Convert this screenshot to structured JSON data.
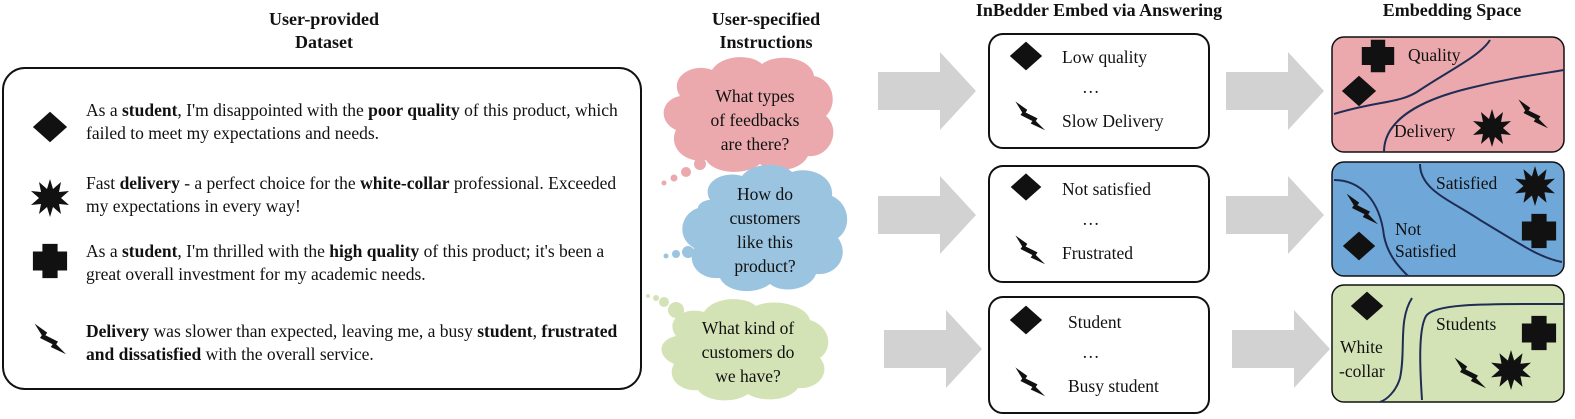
{
  "headers": {
    "dataset": "User-provided Dataset",
    "dataset_l1": "User-provided",
    "dataset_l2": "Dataset",
    "instructions_l1": "User-specified",
    "instructions_l2": "Instructions",
    "inbedder": "InBedder Embed via Answering",
    "space": "Embedding Space"
  },
  "dataset": [
    {
      "icon": "diamond-icon",
      "parts": [
        "As a ",
        "student",
        ", I'm disappointed with the ",
        "poor quality",
        " of this product, which failed to meet my expectations and needs."
      ]
    },
    {
      "icon": "starburst-icon",
      "parts": [
        "Fast ",
        "delivery",
        " - a perfect choice for the ",
        "white-collar",
        " professional. Exceeded my expectations in every way!"
      ]
    },
    {
      "icon": "cross-icon",
      "parts": [
        "As a ",
        "student",
        ", I'm thrilled with the ",
        "high quality",
        " of this product; it's been a great overall investment for my academic needs."
      ]
    },
    {
      "icon": "lightning-icon",
      "parts": [
        "",
        "Delivery",
        " was slower than expected, leaving me, a busy ",
        "student",
        ", ",
        "frustrated and dissatisfied",
        " with the overall service."
      ]
    }
  ],
  "instructions": [
    {
      "color": "#eba9ad",
      "lines": [
        "What types",
        "of feedbacks",
        "are there?"
      ]
    },
    {
      "color": "#9ac4e0",
      "lines": [
        "How do",
        "customers",
        "like this",
        "product?"
      ]
    },
    {
      "color": "#d4e3b6",
      "lines": [
        "What kind of",
        "customers do",
        "we have?"
      ]
    }
  ],
  "answers": [
    {
      "top": "Low quality",
      "ellipsis": "…",
      "bottom": "Slow Delivery"
    },
    {
      "top": "Not satisfied",
      "ellipsis": "…",
      "bottom": "Frustrated"
    },
    {
      "top": "Student",
      "ellipsis": "…",
      "bottom": "Busy student"
    }
  ],
  "spaces": [
    {
      "color": "#eba9ad",
      "labels": [
        "Quality",
        "Delivery"
      ]
    },
    {
      "color": "#6fa8d8",
      "labels": [
        "Satisfied",
        "Not",
        "Satisfied"
      ]
    },
    {
      "color": "#d4e3b6",
      "labels": [
        "Students",
        "White",
        "-collar"
      ]
    }
  ],
  "colors": {
    "arrow": "#d2d2d2",
    "divider": "#1f2d55",
    "stroke": "#111111"
  }
}
